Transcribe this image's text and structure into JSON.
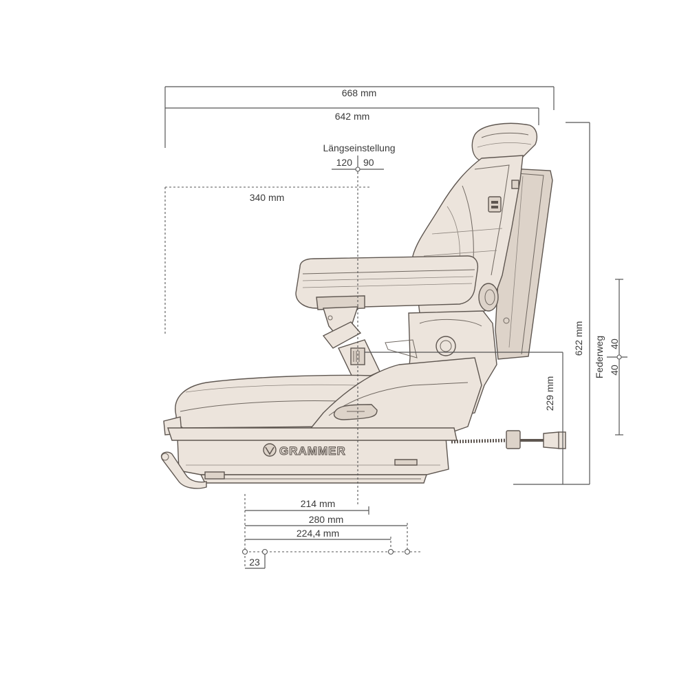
{
  "diagram": {
    "brand": "GRAMMER",
    "colors": {
      "seat_fill": "#ece4dc",
      "seat_outline": "#5e5650",
      "dimension_line": "#555555",
      "text": "#3a3a3a"
    },
    "dimensions": {
      "overall_depth": "668 mm",
      "backrest_depth": "642 mm",
      "length_adjust_label": "Längseinstellung",
      "length_adjust_fwd": "120",
      "length_adjust_back": "90",
      "armrest_offset": "340 mm",
      "total_height": "622 mm",
      "suspension_label": "Federweg",
      "suspension_up": "40",
      "suspension_down": "40",
      "seat_height": "229 mm",
      "base_214": "214 mm",
      "base_280": "280 mm",
      "base_224": "224,4 mm",
      "base_23": "23"
    }
  }
}
